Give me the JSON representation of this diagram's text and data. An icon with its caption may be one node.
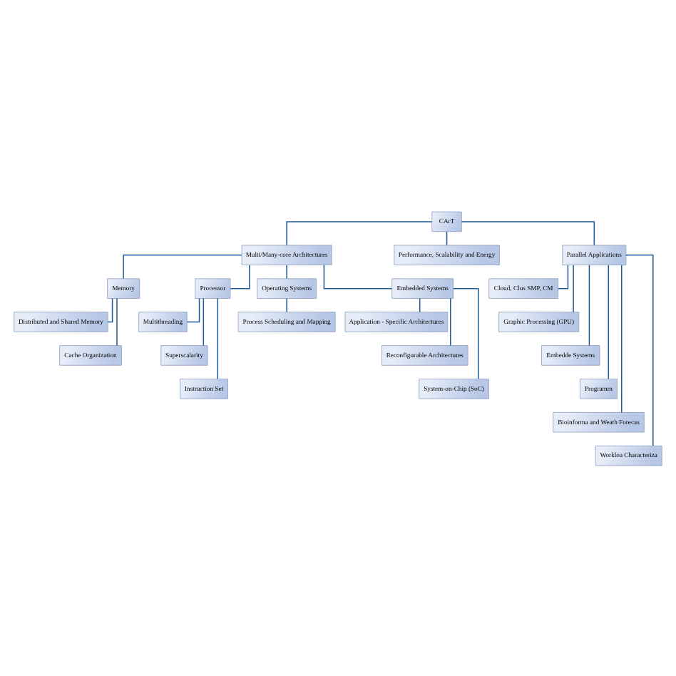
{
  "diagram": {
    "nodes": [
      {
        "text": [
          "CArT"
        ]
      },
      {
        "text": [
          "Multi/Many-core Architectures"
        ]
      },
      {
        "text": [
          "Performance, Scalability and Energy"
        ]
      },
      {
        "text": [
          "Parallel Applications"
        ]
      },
      {
        "text": [
          "Memory"
        ]
      },
      {
        "text": [
          "Processor"
        ]
      },
      {
        "text": [
          "Operating Systems"
        ]
      },
      {
        "text": [
          "Embedded Systems"
        ]
      },
      {
        "text": [
          "Distributed and Shared Memory"
        ]
      },
      {
        "text": [
          "Cache Organization"
        ]
      },
      {
        "text": [
          "Multithreading"
        ]
      },
      {
        "text": [
          "Superscalarity"
        ]
      },
      {
        "text": [
          "Instruction Set"
        ]
      },
      {
        "text": [
          "Process Scheduling and Mapping"
        ]
      },
      {
        "text": [
          "Application - Specific Architectures"
        ]
      },
      {
        "text": [
          "Reconfigurable Architectures"
        ]
      },
      {
        "text": [
          "System-on-Chip (SoC)"
        ]
      },
      {
        "text": [
          "Cloud, Clus SMP, CM"
        ]
      },
      {
        "text": [
          "Graphic Processing (GPU)"
        ]
      },
      {
        "text": [
          "Embedde Systems"
        ]
      },
      {
        "text": [
          "Programm"
        ]
      },
      {
        "text": [
          "Bioinforma and Weath Forecas"
        ]
      },
      {
        "text": [
          "Workloa Characteriza"
        ]
      }
    ],
    "edges": [
      {
        "from": 0,
        "to": 1,
        "arrow": "none"
      },
      {
        "from": 0,
        "to": 2,
        "arrow": "none"
      },
      {
        "from": 0,
        "to": 3,
        "arrow": "none"
      },
      {
        "from": 1,
        "to": 4,
        "arrow": "none"
      },
      {
        "from": 1,
        "to": 5,
        "arrow": "none"
      },
      {
        "from": 1,
        "to": 6,
        "arrow": "none"
      },
      {
        "from": 1,
        "to": 7,
        "arrow": "none"
      },
      {
        "from": 4,
        "to": 8,
        "arrow": "none"
      },
      {
        "from": 4,
        "to": 9,
        "arrow": "none"
      },
      {
        "from": 5,
        "to": 10,
        "arrow": "none"
      },
      {
        "from": 5,
        "to": 11,
        "arrow": "none"
      },
      {
        "from": 5,
        "to": 12,
        "arrow": "none"
      },
      {
        "from": 6,
        "to": 13,
        "arrow": "none"
      },
      {
        "from": 7,
        "to": 14,
        "arrow": "none"
      },
      {
        "from": 7,
        "to": 15,
        "arrow": "none"
      },
      {
        "from": 7,
        "to": 16,
        "arrow": "none"
      },
      {
        "from": 3,
        "to": 17,
        "arrow": "none"
      },
      {
        "from": 3,
        "to": 18,
        "arrow": "none"
      },
      {
        "from": 3,
        "to": 19,
        "arrow": "none"
      },
      {
        "from": 3,
        "to": 20,
        "arrow": "none"
      },
      {
        "from": 3,
        "to": 21,
        "arrow": "none"
      },
      {
        "from": 3,
        "to": 22,
        "arrow": "none"
      }
    ]
  }
}
